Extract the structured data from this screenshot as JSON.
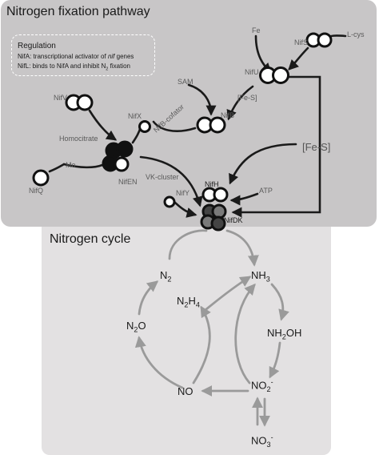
{
  "title": "Nitrogen fixation pathway",
  "cycle_title": "Nitrogen cycle",
  "regulation": {
    "heading": "Regulation",
    "line1_prefix": "NifA: transcriptional activator of ",
    "line1_italic": "nif",
    "line1_suffix": " genes",
    "line2_prefix": "NifL: binds to NifA and inhibit N",
    "line2_sub": "2",
    "line2_suffix": " fixation"
  },
  "labels": {
    "fe": "Fe",
    "nifs": "NifS",
    "lcys": "L-cys",
    "nifu": "NifU",
    "sam": "SAM",
    "fes_small": "[Fe-S]",
    "nifb": "NifB",
    "nifv": "NifV",
    "nifx": "NifX",
    "nifb_cofactor": "NifB-cofator",
    "homocitrate": "Homocitrate",
    "mo": "Mo",
    "nifq": "NifQ",
    "nifen": "NifEN",
    "vk_cluster": "VK-cluster",
    "nify": "NifY",
    "fes_big": "[Fe-S]",
    "nifh": "NifH",
    "atp": "ATP",
    "nifdk": "NifDK"
  },
  "cycle": {
    "n2": {
      "main": "N",
      "sub": "2"
    },
    "nh3": {
      "main": "NH",
      "sub": "3"
    },
    "n2h4": {
      "main1": "N",
      "sub1": "2",
      "main2": "H",
      "sub2": "4"
    },
    "n2o": {
      "main1": "N",
      "sub1": "2",
      "main2": "O"
    },
    "nh2oh": {
      "main1": "NH",
      "sub1": "2",
      "main2": "OH"
    },
    "no": "NO",
    "no2": {
      "main": "NO",
      "sub": "2",
      "sup": "-"
    },
    "no3": {
      "main": "NO",
      "sub": "3",
      "sup": "-"
    }
  },
  "colors": {
    "panel_fix": "#c8c6c7",
    "panel_cycle": "#e3e1e2",
    "arrow_dark": "#1a1a1a",
    "arrow_grey": "#9a9a9a"
  }
}
